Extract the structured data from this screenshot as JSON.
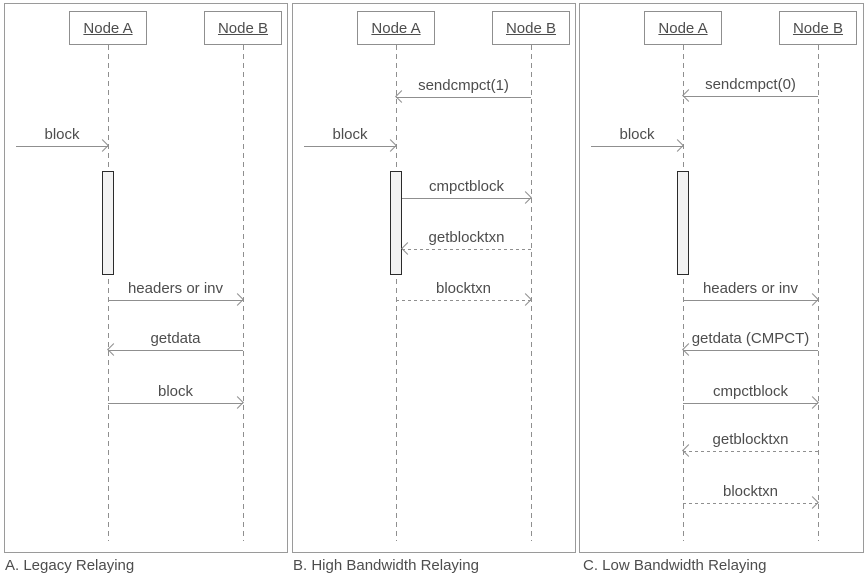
{
  "colors": {
    "line": "#8f8f8f",
    "text": "#4d4d4d",
    "panel_border": "#9a9a9a",
    "activation_fill": "#f2f2f2",
    "activation_border": "#2b2b2b",
    "background": "#ffffff"
  },
  "diagram": {
    "type": "sequence-diagram",
    "panels": [
      {
        "caption": "A. Legacy Relaying",
        "nodes": {
          "a": "Node A",
          "b": "Node B"
        },
        "messages": [
          {
            "label": "block",
            "from": "external",
            "to": "Node A",
            "style": "solid"
          },
          {
            "label": "headers or inv",
            "from": "Node A",
            "to": "Node B",
            "style": "solid"
          },
          {
            "label": "getdata",
            "from": "Node B",
            "to": "Node A",
            "style": "solid"
          },
          {
            "label": "block",
            "from": "Node A",
            "to": "Node B",
            "style": "solid"
          }
        ]
      },
      {
        "caption": "B. High Bandwidth Relaying",
        "nodes": {
          "a": "Node A",
          "b": "Node B"
        },
        "messages": [
          {
            "label": "sendcmpct(1)",
            "from": "Node B",
            "to": "Node A",
            "style": "solid"
          },
          {
            "label": "block",
            "from": "external",
            "to": "Node A",
            "style": "solid"
          },
          {
            "label": "cmpctblock",
            "from": "Node A",
            "to": "Node B",
            "style": "solid"
          },
          {
            "label": "getblocktxn",
            "from": "Node B",
            "to": "Node A",
            "style": "dashed"
          },
          {
            "label": "blocktxn",
            "from": "Node A",
            "to": "Node B",
            "style": "dashed"
          }
        ]
      },
      {
        "caption": "C. Low Bandwidth Relaying",
        "nodes": {
          "a": "Node A",
          "b": "Node B"
        },
        "messages": [
          {
            "label": "sendcmpct(0)",
            "from": "Node B",
            "to": "Node A",
            "style": "solid"
          },
          {
            "label": "block",
            "from": "external",
            "to": "Node A",
            "style": "solid"
          },
          {
            "label": "headers or inv",
            "from": "Node A",
            "to": "Node B",
            "style": "solid"
          },
          {
            "label": "getdata (CMPCT)",
            "from": "Node B",
            "to": "Node A",
            "style": "solid"
          },
          {
            "label": "cmpctblock",
            "from": "Node A",
            "to": "Node B",
            "style": "solid"
          },
          {
            "label": "getblocktxn",
            "from": "Node B",
            "to": "Node A",
            "style": "dashed"
          },
          {
            "label": "blocktxn",
            "from": "Node A",
            "to": "Node B",
            "style": "dashed"
          }
        ]
      }
    ]
  }
}
